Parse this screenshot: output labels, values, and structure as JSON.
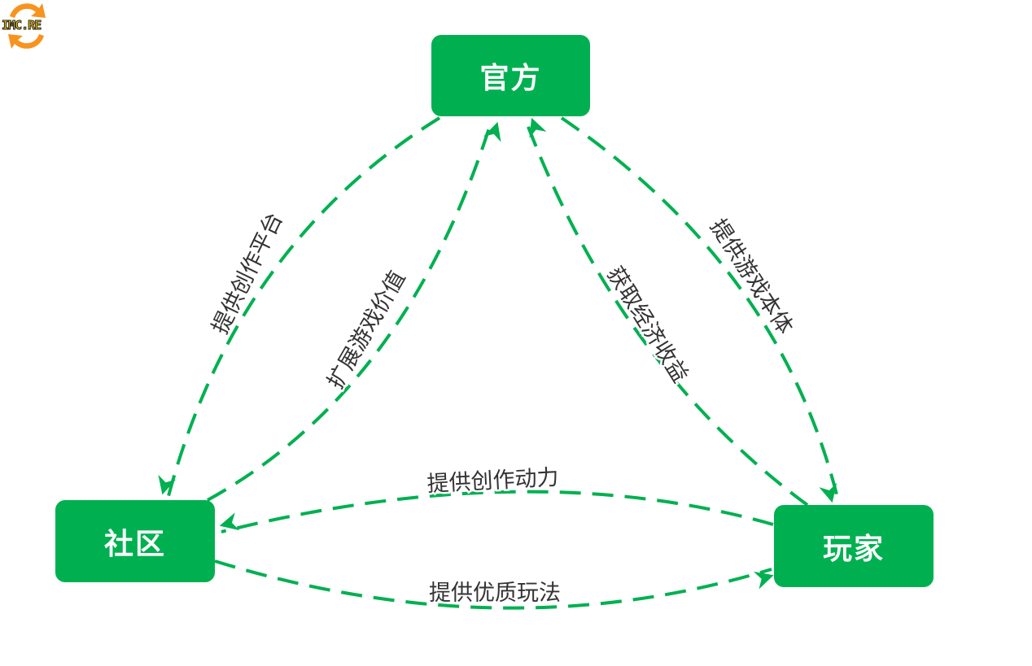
{
  "logo": {
    "text": "IMC.RE"
  },
  "nodes": {
    "official": "官方",
    "community": "社区",
    "player": "玩家"
  },
  "edges": {
    "official_to_community": "提供创作平台",
    "community_to_official": "扩展游戏价值",
    "player_to_official": "获取经济收益",
    "official_to_player": "提供游戏本体",
    "player_to_community": "提供创作动力",
    "community_to_player": "提供优质玩法"
  },
  "colors": {
    "accent": "#00b050",
    "text": "#333333"
  }
}
